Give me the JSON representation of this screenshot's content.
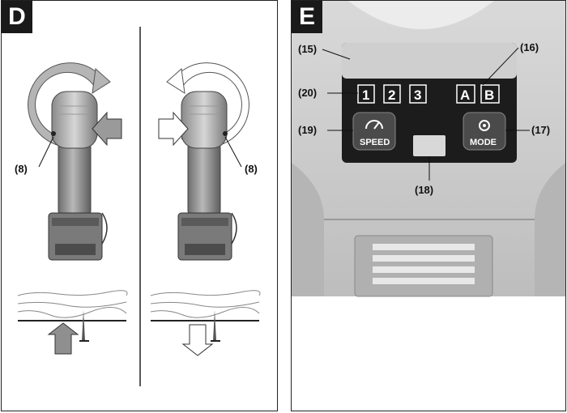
{
  "panel_d": {
    "letter": "D",
    "left_label": "(8)",
    "right_label": "(8)"
  },
  "panel_e": {
    "letter": "E",
    "callouts": {
      "c15": "(15)",
      "c16": "(16)",
      "c17": "(17)",
      "c18": "(18)",
      "c19": "(19)",
      "c20": "(20)"
    },
    "speed_keys": [
      "1",
      "2",
      "3"
    ],
    "mode_keys": [
      "A",
      "B"
    ],
    "speed_button_label": "SPEED",
    "mode_button_label": "MODE"
  }
}
